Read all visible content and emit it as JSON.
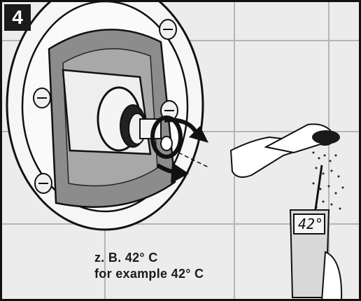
{
  "step": {
    "number": "4"
  },
  "caption": {
    "line_de": "z. B. 42° C",
    "line_en": "for example 42° C"
  },
  "thermometer": {
    "readout": "42°"
  },
  "colors": {
    "ink": "#1a1a1a",
    "tile": "#e9e9e9",
    "grout": "#b9b9b9",
    "shade": "#8a8a8a"
  },
  "icons": [
    "step-number-badge",
    "valve-cartridge-illustration",
    "rotation-arrow-icon",
    "hand-shower-illustration",
    "thermometer-illustration"
  ]
}
